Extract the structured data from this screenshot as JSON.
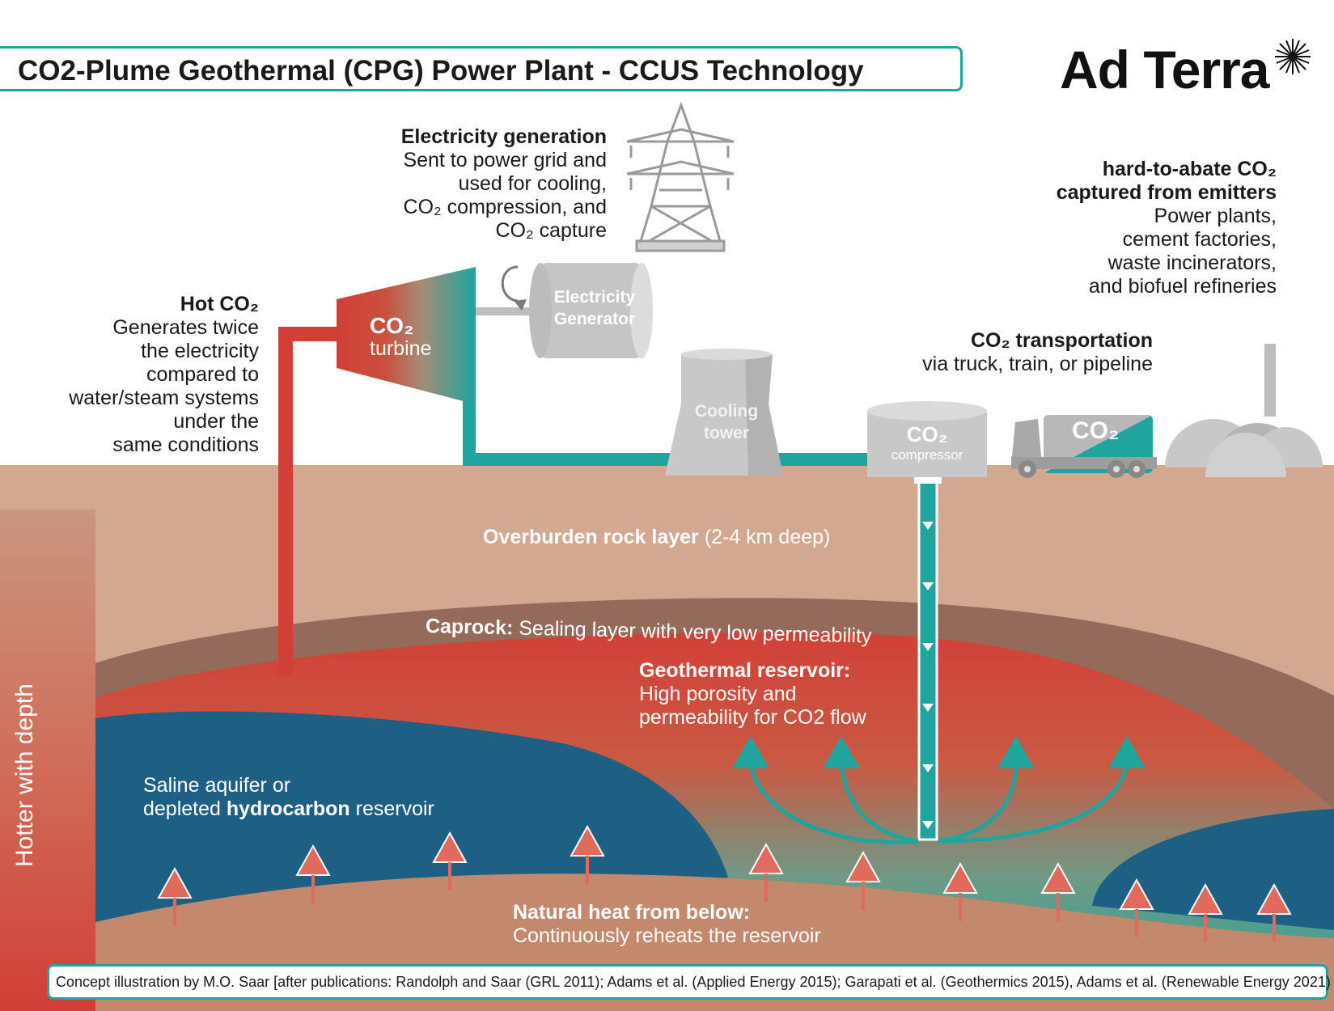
{
  "title": "CO2-Plume Geothermal (CPG) Power Plant - CCUS Technology",
  "logo": "Ad Terra",
  "labels": {
    "electricity_generation": {
      "heading": "Electricity generation",
      "line1": "Sent to power grid and",
      "line2": "used for cooling,",
      "line3": "CO₂ compression, and",
      "line4": "CO₂ capture"
    },
    "hard_to_abate": {
      "heading1": "hard-to-abate CO₂",
      "heading2": "captured from emitters",
      "line1": "Power plants,",
      "line2": "cement factories,",
      "line3": "waste incinerators,",
      "line4": "and biofuel refineries"
    },
    "hot_co2": {
      "heading": "Hot CO₂",
      "line1": "Generates twice",
      "line2": "the electricity",
      "line3": "compared to",
      "line4": "water/steam systems",
      "line5": "under the",
      "line6": "same conditions"
    },
    "turbine": {
      "line1": "CO₂",
      "line2": "turbine"
    },
    "generator": {
      "line1": "Electricity",
      "line2": "Generator"
    },
    "cooling_tower": {
      "line1": "Cooling",
      "line2": "tower"
    },
    "compressor": {
      "line1": "CO₂",
      "line2": "compressor"
    },
    "truck": "CO₂",
    "transportation": {
      "heading": "CO₂ transportation",
      "line1": "via truck, train, or pipeline"
    },
    "overburden": {
      "bold": "Overburden rock layer",
      "rest": " (2-4 km deep)"
    },
    "caprock": {
      "bold": "Caprock:",
      "rest": " Sealing layer with very low permeability"
    },
    "reservoir": {
      "heading": "Geothermal reservoir:",
      "line1": "High porosity and",
      "line2": "permeability for CO2 flow"
    },
    "saline": {
      "line1": "Saline aquifer or",
      "line2_pre": "depleted ",
      "line2_bold": "hydrocarbon",
      "line2_post": " reservoir"
    },
    "heat": {
      "heading": "Natural heat from below:",
      "line1": "Continuously reheats the reservoir"
    },
    "hotter": "Hotter with depth"
  },
  "footer": "Concept illustration by M.O. Saar [after publications: Randolph and Saar (GRL 2011); Adams et al. (Applied Energy 2015); Garapati et al. (Geothermics 2015), Adams et al. (Renewable Energy 2021)",
  "colors": {
    "teal": "#1fa59e",
    "red": "#d13f36",
    "overburden": "#d3a890",
    "caprock": "#946a5a",
    "aquifer": "#1e5f84",
    "base_rock": "#c4886d",
    "grey_equipment": "#c8c8c8"
  },
  "icons": [
    "transmission-tower-icon",
    "electricity-generator-icon",
    "cooling-tower-icon",
    "compressor-icon",
    "truck-icon",
    "industrial-plant-icon",
    "logo-star-icon"
  ]
}
